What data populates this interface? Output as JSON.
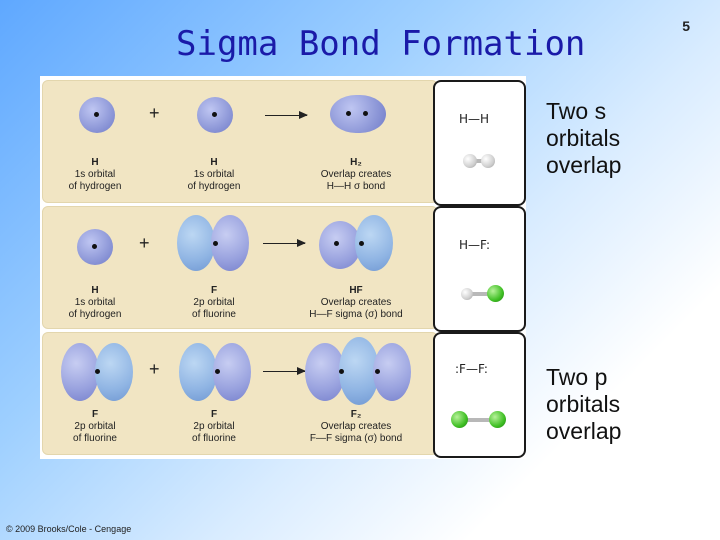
{
  "slide": {
    "title": "Sigma Bond Formation",
    "page_number": "5",
    "copyright": "© 2009 Brooks/Cole - Cengage"
  },
  "side_labels": {
    "top": [
      "Two s",
      "orbitals",
      "overlap"
    ],
    "bottom": [
      "Two p",
      "orbitals",
      "overlap"
    ]
  },
  "rows": [
    {
      "captions": [
        {
          "symbol": "H",
          "lines": [
            "1s orbital",
            "of hydrogen"
          ]
        },
        {
          "symbol": "H",
          "lines": [
            "1s orbital",
            "of hydrogen"
          ]
        },
        {
          "symbol": "H₂",
          "lines": [
            "Overlap creates",
            "H—H σ bond"
          ]
        }
      ],
      "lewis": "H—H"
    },
    {
      "captions": [
        {
          "symbol": "H",
          "lines": [
            "1s orbital",
            "of hydrogen"
          ]
        },
        {
          "symbol": "F",
          "lines": [
            "2p orbital",
            "of fluorine"
          ]
        },
        {
          "symbol": "HF",
          "lines": [
            "Overlap creates",
            "H—F sigma (σ) bond"
          ]
        }
      ],
      "lewis": "H—F:"
    },
    {
      "captions": [
        {
          "symbol": "F",
          "lines": [
            "2p orbital",
            "of fluorine"
          ]
        },
        {
          "symbol": "F",
          "lines": [
            "2p orbital",
            "of fluorine"
          ]
        },
        {
          "symbol": "F₂",
          "lines": [
            "Overlap creates",
            "F—F sigma (σ) bond"
          ]
        }
      ],
      "lewis": ":F—F:"
    }
  ],
  "plus_sign": "+"
}
